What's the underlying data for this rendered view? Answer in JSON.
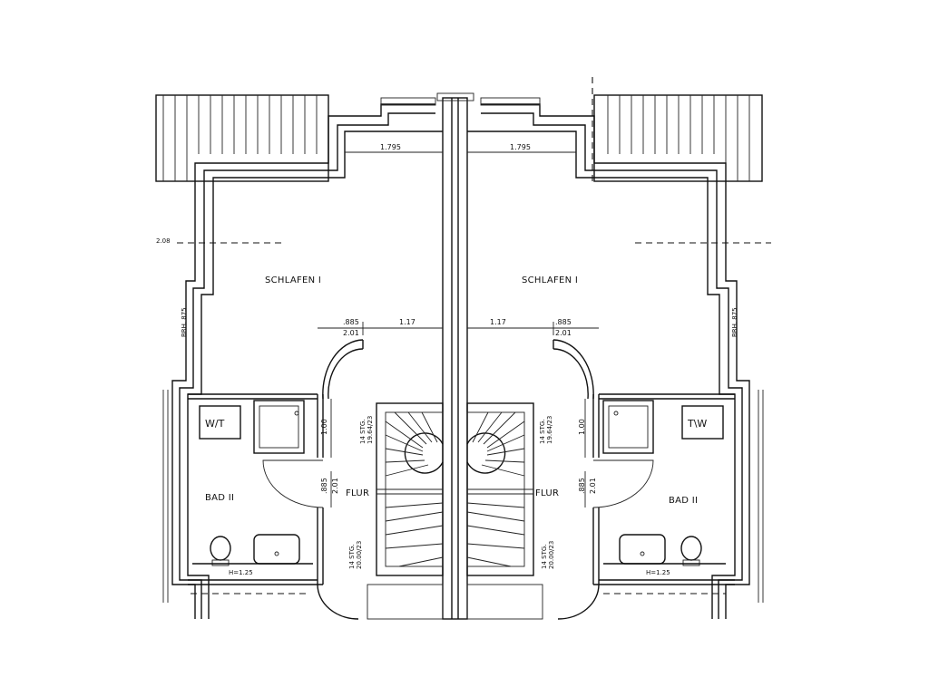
{
  "rooms": {
    "left_bedroom": "SCHLAFEN I",
    "right_bedroom": "SCHLAFEN I",
    "left_bath": "BAD II",
    "right_bath": "BAD II",
    "left_hall": "FLUR",
    "right_hall": "FLUR"
  },
  "fixtures": {
    "left_washer_dryer": "W/T",
    "right_washer_dryer": "T\\W"
  },
  "dimensions": {
    "top_left": "1.795",
    "top_right": "1.795",
    "mid_left_door": ".885",
    "mid_left_door_h": "2.01",
    "mid_left_span": "1.17",
    "mid_right_span": "1.17",
    "mid_right_door": ".885",
    "mid_right_door_h": "2.01",
    "left_bath_top": "1.00",
    "left_bath_door": ".885",
    "left_bath_door_h": "2.01",
    "right_bath_top": "1.00",
    "right_bath_door": ".885",
    "right_bath_door_h": "2.01",
    "left_parapet": "BRH. 875",
    "right_parapet": "BRH. 875",
    "left_mark": "2.08",
    "left_shelf": "H=1.25",
    "right_shelf": "H=1.25"
  },
  "stairs": {
    "left_upper_1": "14 STG.",
    "left_upper_2": "19.64/23",
    "right_upper_1": "14 STG.",
    "right_upper_2": "19.64/23",
    "left_lower_1": "14 STG.",
    "left_lower_2": "20.00/23",
    "right_lower_1": "14 STG.",
    "right_lower_2": "20.00/23"
  }
}
